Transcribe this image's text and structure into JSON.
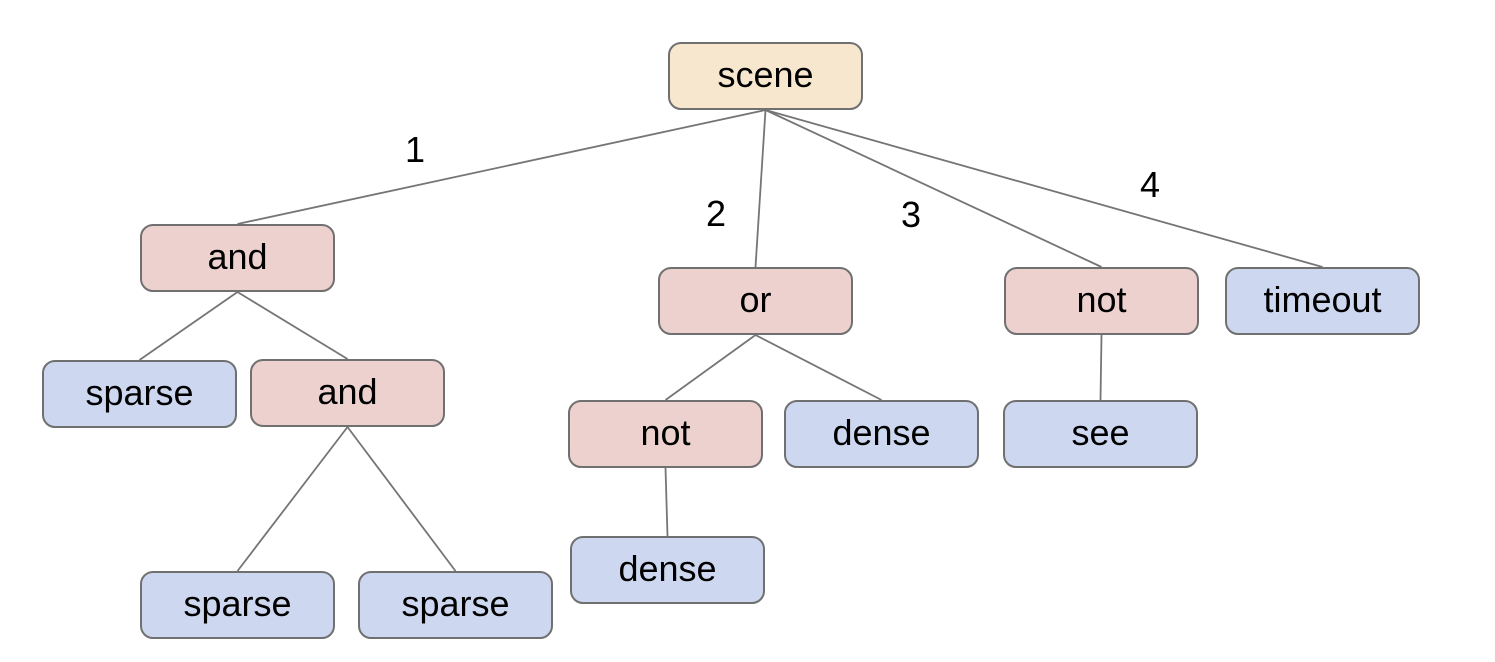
{
  "diagram": {
    "colors": {
      "background": "#ffffff",
      "root_fill": "#f6e7ce",
      "operator_fill": "#ecd1cf",
      "leaf_fill": "#cdd8f0",
      "node_border": "#707070",
      "edge_line": "#757575",
      "text": "#000000"
    },
    "nodes": [
      {
        "id": "scene",
        "label": "scene",
        "kind": "root"
      },
      {
        "id": "and1",
        "label": "and",
        "kind": "operator"
      },
      {
        "id": "or1",
        "label": "or",
        "kind": "operator"
      },
      {
        "id": "not1",
        "label": "not",
        "kind": "operator"
      },
      {
        "id": "timeout1",
        "label": "timeout",
        "kind": "leaf"
      },
      {
        "id": "sparse1",
        "label": "sparse",
        "kind": "leaf"
      },
      {
        "id": "and2",
        "label": "and",
        "kind": "operator"
      },
      {
        "id": "sparse2",
        "label": "sparse",
        "kind": "leaf"
      },
      {
        "id": "sparse3",
        "label": "sparse",
        "kind": "leaf"
      },
      {
        "id": "not2",
        "label": "not",
        "kind": "operator"
      },
      {
        "id": "dense1",
        "label": "dense",
        "kind": "leaf"
      },
      {
        "id": "dense2",
        "label": "dense",
        "kind": "leaf"
      },
      {
        "id": "see1",
        "label": "see",
        "kind": "leaf"
      }
    ],
    "edges": [
      {
        "from": "scene",
        "to": "and1",
        "label": "1"
      },
      {
        "from": "scene",
        "to": "or1",
        "label": "2"
      },
      {
        "from": "scene",
        "to": "not1",
        "label": "3"
      },
      {
        "from": "scene",
        "to": "timeout1",
        "label": "4"
      },
      {
        "from": "and1",
        "to": "sparse1",
        "label": ""
      },
      {
        "from": "and1",
        "to": "and2",
        "label": ""
      },
      {
        "from": "and2",
        "to": "sparse2",
        "label": ""
      },
      {
        "from": "and2",
        "to": "sparse3",
        "label": ""
      },
      {
        "from": "or1",
        "to": "not2",
        "label": ""
      },
      {
        "from": "or1",
        "to": "dense1",
        "label": ""
      },
      {
        "from": "not2",
        "to": "dense2",
        "label": ""
      },
      {
        "from": "not1",
        "to": "see1",
        "label": ""
      }
    ]
  }
}
